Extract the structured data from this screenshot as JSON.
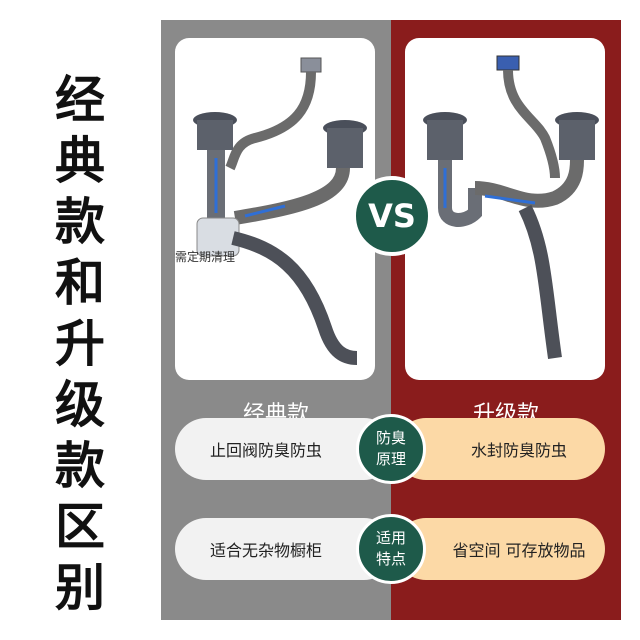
{
  "title_chars": [
    "经",
    "典",
    "款",
    "和",
    "升",
    "级",
    "款",
    "区",
    "别"
  ],
  "left": {
    "label": "经典款",
    "note": "需定期清理",
    "row1": "止回阀防臭防虫",
    "row2": "适合无杂物橱柜"
  },
  "right": {
    "label": "升级款",
    "row1": "水封防臭防虫",
    "row2": "省空间 可存放物品"
  },
  "vs": "VS",
  "badge1": [
    "防臭",
    "原理"
  ],
  "badge2": [
    "适用",
    "特点"
  ],
  "colors": {
    "left_panel": "#8a8a8a",
    "right_panel": "#8a1c1c",
    "badge": "#1e5a4a",
    "right_pill": "#fcd9a6"
  }
}
